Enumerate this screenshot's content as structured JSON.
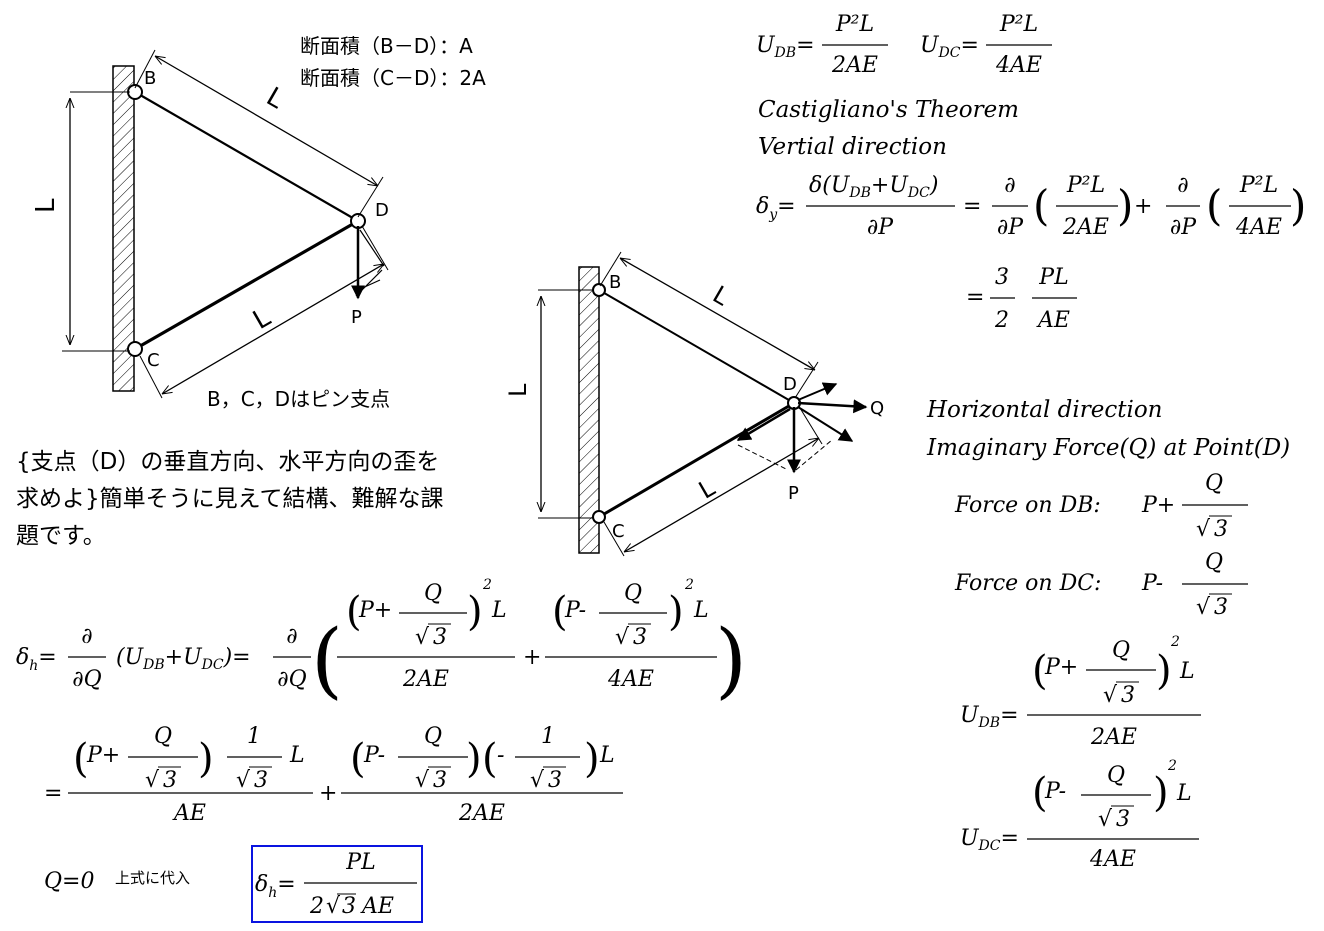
{
  "fig1": {
    "area_bd": "断面積（B－D）：A",
    "area_cd": "断面積（C－D）：2A",
    "label_b": "B",
    "label_c": "C",
    "label_d": "D",
    "label_p": "P",
    "len_bd": "L",
    "len_cd": "L",
    "len_bc": "L",
    "pins_note": "B，C，Dはピン支点"
  },
  "fig2": {
    "label_b": "B",
    "label_c": "C",
    "label_d": "D",
    "label_p": "P",
    "label_q": "Q",
    "len_bd": "L",
    "len_cd": "L",
    "len_bc": "L"
  },
  "note": {
    "line1": "{支点（D）の垂直方向、水平方向の歪を",
    "line2": "求めよ}簡単そうに見えて結構、難解な課",
    "line3": "題です。"
  },
  "energy": {
    "udb_num": "P²L",
    "udb_den": "2AE",
    "udc_num": "P²L",
    "udc_den": "4AE"
  },
  "vertical": {
    "theorem": "Castigliano's Theorem",
    "heading": "Vertial direction",
    "lhs_num": "δ(U",
    "frac1_num": "P²L",
    "frac1_den": "2AE",
    "frac2_num": "P²L",
    "frac2_den": "4AE",
    "result_c_num": "3",
    "result_c_den": "2",
    "result_num": "PL",
    "result_den": "AE"
  },
  "horizontal": {
    "heading": "Horizontal direction",
    "imaginary": "Imaginary Force(Q) at Point(D)",
    "force_db_label": "Force on DB:",
    "force_dc_label": "Force on DC:",
    "udb_den": "2AE",
    "udc_den": "4AE"
  },
  "delta_h": {
    "eq1_den1": "2AE",
    "eq1_den2": "4AE",
    "eq2_den1": "AE",
    "eq2_den2": "2AE",
    "q_zero": "Q=0",
    "substitute": "上式に代入",
    "final_num": "PL",
    "final_den": "AE",
    "box_color": "#0a14e0"
  }
}
